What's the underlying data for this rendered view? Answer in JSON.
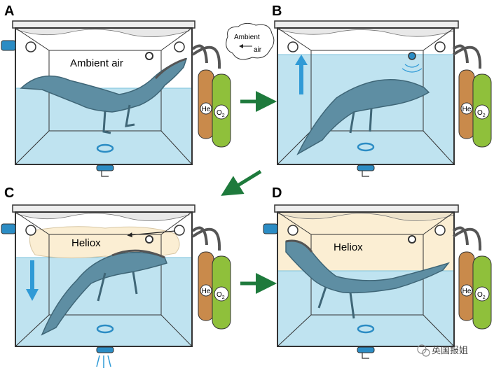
{
  "colors": {
    "water": "#bfe3f0",
    "water_edge": "#7cc3dd",
    "heliox": "#fbeed3",
    "gator": "#5e8ea3",
    "gator_dark": "#3f6677",
    "he_tank": "#c98a4b",
    "o2_tank": "#8fc03b",
    "arrow_green": "#1e7a3c",
    "arrow_blue": "#2f9ad6",
    "valve_blue": "#2b8cc4"
  },
  "panels": [
    {
      "letter": "A",
      "gas_label": "Ambient air",
      "water_arrow": "none"
    },
    {
      "letter": "B",
      "gas_label": "",
      "water_arrow": "up",
      "note_line1": "Ambient",
      "note_line2": "air"
    },
    {
      "letter": "C",
      "gas_label": "Heliox",
      "water_arrow": "down"
    },
    {
      "letter": "D",
      "gas_label": "Heliox",
      "water_arrow": "none"
    }
  ],
  "tanks": {
    "he_label": "He",
    "o2_label": "O",
    "o2_sub": "2"
  },
  "watermark": "英国报姐",
  "icons": {
    "watermark": "wechat-icon"
  }
}
